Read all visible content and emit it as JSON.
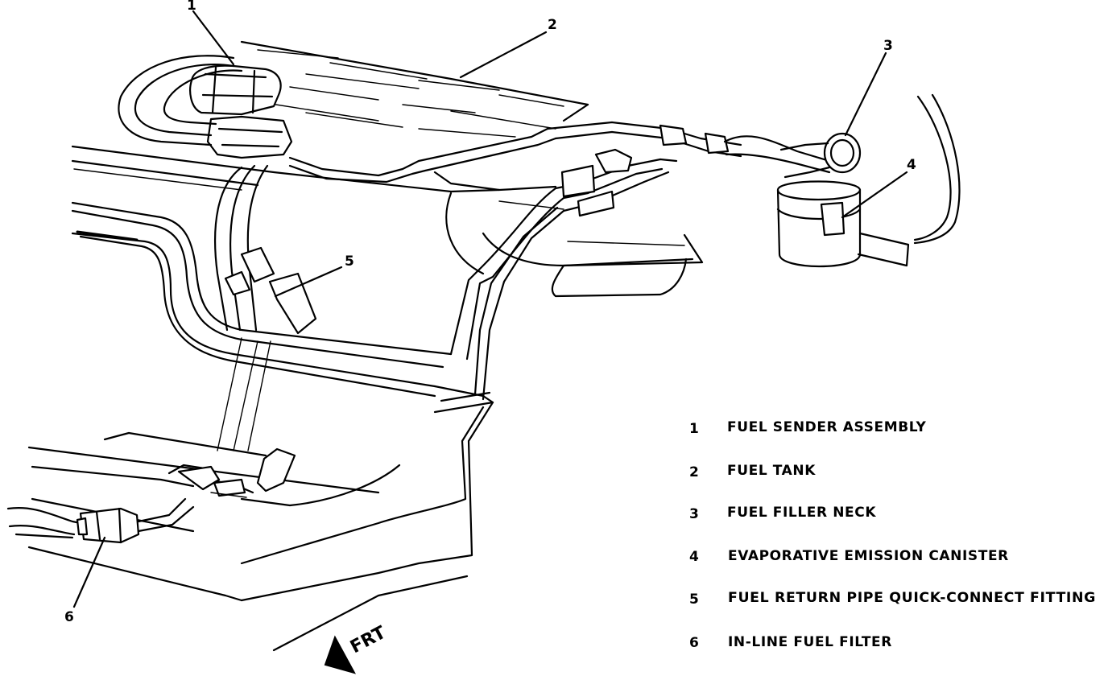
{
  "callouts": [
    "1",
    "2",
    "3",
    "4",
    "5",
    "6"
  ],
  "legend": [
    {
      "number": "1",
      "label": "FUEL SENDER ASSEMBLY"
    },
    {
      "number": "2",
      "label": "FUEL TANK"
    },
    {
      "number": "3",
      "label": "FUEL FILLER NECK"
    },
    {
      "number": "4",
      "label": "EVAPORATIVE EMISSION CANISTER"
    },
    {
      "number": "5",
      "label": "FUEL RETURN PIPE QUICK-CONNECT FITTING"
    },
    {
      "number": "6",
      "label": "IN-LINE FUEL FILTER"
    }
  ],
  "direction_label": "FRT"
}
